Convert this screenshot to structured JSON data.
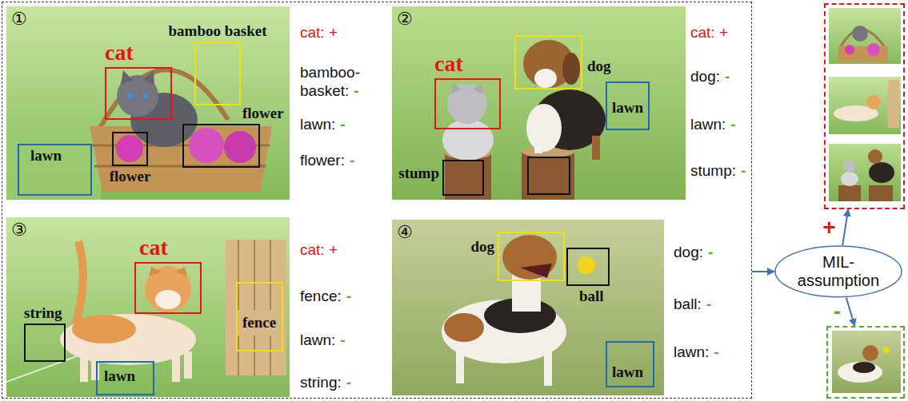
{
  "diagram": {
    "nodes": [
      {
        "text": []
      },
      {
        "text": [
          "①"
        ],
        "in": 0
      },
      {
        "text": [
          "cat"
        ],
        "in": 1
      },
      {
        "text": [
          "bamboo basket"
        ],
        "in": 1
      },
      {
        "text": [
          "flower"
        ],
        "in": 1
      },
      {
        "text": [
          "flower"
        ],
        "in": 1
      },
      {
        "text": [
          "lawn"
        ],
        "in": 1
      },
      {
        "text": [
          "②"
        ],
        "in": 0
      },
      {
        "text": [
          "cat"
        ],
        "in": 7
      },
      {
        "text": [
          "dog"
        ],
        "in": 7
      },
      {
        "text": [
          "lawn"
        ],
        "in": 7
      },
      {
        "text": [
          "stump"
        ],
        "in": 7
      },
      {
        "text": [
          "③"
        ],
        "in": 0
      },
      {
        "text": [
          "cat"
        ],
        "in": 12
      },
      {
        "text": [
          "fence"
        ],
        "in": 12
      },
      {
        "text": [
          "string"
        ],
        "in": 12
      },
      {
        "text": [
          "lawn"
        ],
        "in": 12
      },
      {
        "text": [
          "④"
        ],
        "in": 0
      },
      {
        "text": [
          "dog"
        ],
        "in": 17
      },
      {
        "text": [
          "ball"
        ],
        "in": 17
      },
      {
        "text": [
          "lawn"
        ],
        "in": 17
      },
      {
        "text": [
          "MIL- assumption"
        ]
      },
      {
        "text": []
      },
      {
        "text": []
      }
    ],
    "edges": [
      {
        "from": 0,
        "to": 21,
        "arrow": "to"
      },
      {
        "from": 21,
        "to": 22,
        "label": "+",
        "arrow": "to"
      },
      {
        "from": 21,
        "to": 23,
        "label": "-",
        "arrow": "to"
      }
    ],
    "labels": [
      "cat: +",
      "bamboo- basket:",
      "-",
      "lawn:",
      "-",
      "flower:",
      "-",
      "cat: +",
      "dog:",
      "-",
      "lawn:",
      "-",
      "stump:",
      "-",
      "cat: +",
      "fence:",
      "-",
      "lawn:",
      "-",
      "string:",
      "-",
      "dog:",
      "-",
      "ball:",
      "-",
      "lawn:",
      "-"
    ]
  }
}
